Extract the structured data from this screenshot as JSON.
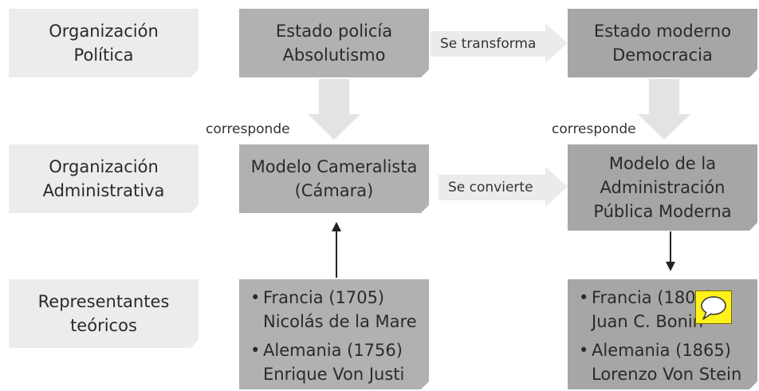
{
  "row_labels": {
    "political": [
      "Organización",
      "Política"
    ],
    "administrative": [
      "Organización",
      "Administrativa"
    ],
    "theorists": [
      "Representantes",
      "teóricos"
    ]
  },
  "boxes": {
    "police_state": [
      "Estado policía",
      "Absolutismo"
    ],
    "modern_state": [
      "Estado moderno",
      "Democracia"
    ],
    "cameralist": [
      "Modelo Cameralista",
      "(Cámara)"
    ],
    "modern_admin": [
      "Modelo de la",
      "Administración",
      "Pública Moderna"
    ]
  },
  "arrows": {
    "transforms": "Se transforma",
    "converts": "Se convierte",
    "corresponds_left": "corresponde",
    "corresponds_right": "corresponde"
  },
  "theorists": {
    "left": [
      {
        "bullet": "•",
        "line1": "Francia (1705)",
        "line2": "Nicolás de la Mare"
      },
      {
        "bullet": "•",
        "line1": "Alemania (1756)",
        "line2": "Enrique Von Justi"
      }
    ],
    "right": [
      {
        "bullet": "•",
        "line1": "Francia (1808)",
        "line2": "Juan C. Bonin"
      },
      {
        "bullet": "•",
        "line1": "Alemania (1865)",
        "line2": "Lorenzo Von Stein"
      }
    ]
  },
  "comment_icon": "speech-bubble-icon",
  "colors": {
    "label_bg": "#ececec",
    "box_bg": "#b1b1b1",
    "comment_bg": "#fff21a"
  }
}
